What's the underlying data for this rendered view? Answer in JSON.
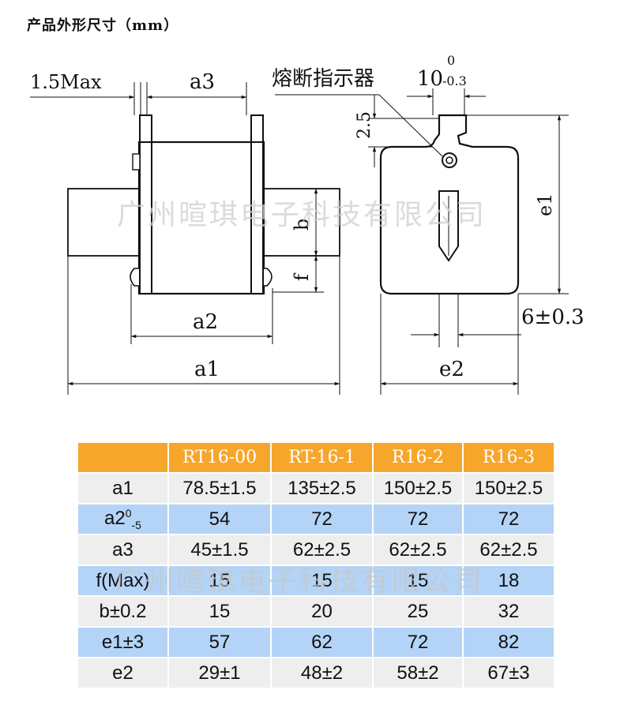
{
  "title": "产品外形尺寸（mm）",
  "diagram": {
    "labels": {
      "max": "1.5Max",
      "a3": "a3",
      "indicator": "熔断指示器",
      "ten": "10",
      "tol_top": "0",
      "tol_bottom": "-0.3",
      "two_five": "2.5",
      "b": "b",
      "f": "f",
      "e1": "e1",
      "a2": "a2",
      "a1": "a1",
      "e2": "e2",
      "six": "6±0.3"
    },
    "watermark": "广州暄琪电子科技有限公司"
  },
  "table": {
    "headers": [
      "",
      "RT16-00",
      "RT-16-1",
      "R16-2",
      "R16-3"
    ],
    "a2_label": {
      "base": "a2",
      "sup": "0",
      "sub": "-5"
    },
    "rows": [
      {
        "label": "a1",
        "values": [
          "78.5±1.5",
          "135±2.5",
          "150±2.5",
          "150±2.5"
        ]
      },
      {
        "label": "",
        "values": [
          "54",
          "72",
          "72",
          "72"
        ]
      },
      {
        "label": "a3",
        "values": [
          "45±1.5",
          "62±2.5",
          "62±2.5",
          "62±2.5"
        ]
      },
      {
        "label": "f(Max)",
        "values": [
          "15",
          "15",
          "15",
          "18"
        ]
      },
      {
        "label": "b±0.2",
        "values": [
          "15",
          "20",
          "25",
          "32"
        ]
      },
      {
        "label": "e1±3",
        "values": [
          "57",
          "62",
          "72",
          "82"
        ]
      },
      {
        "label": "e2",
        "values": [
          "29±1",
          "48±2",
          "58±2",
          "67±3"
        ]
      }
    ],
    "watermark": "广州暄琪电子科技有限公司"
  }
}
